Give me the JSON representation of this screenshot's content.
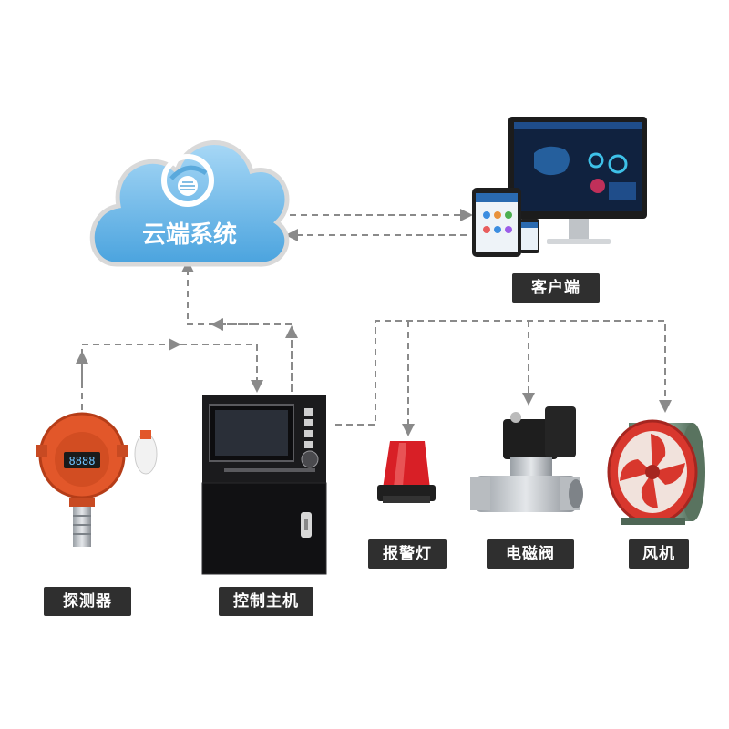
{
  "cloud": {
    "label": "云端系统"
  },
  "nodes": {
    "client": "客户端",
    "detector": "探测器",
    "controller": "控制主机",
    "alarm_light": "报警灯",
    "solenoid_valve": "电磁阀",
    "fan": "风机"
  },
  "colors": {
    "line": "#8a8a8a",
    "label_bg": "#2f2f2f",
    "cloud_blue": "#6db7e8",
    "detector_orange": "#e2572a",
    "alarm_red": "#d81f26",
    "fan_red": "#d8372d",
    "fan_green": "#6f8f7a"
  }
}
